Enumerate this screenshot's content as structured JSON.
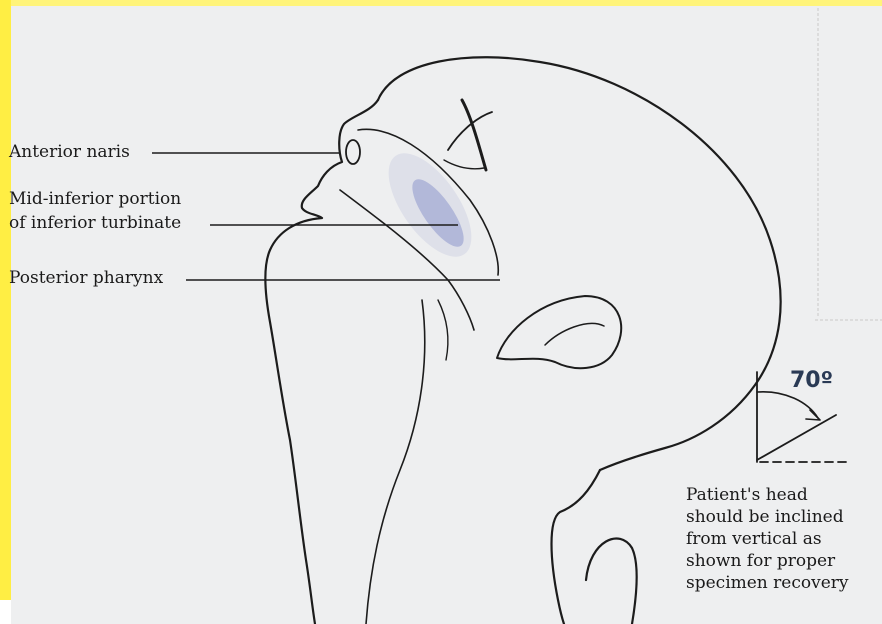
{
  "labels": {
    "anterior_naris": "Anterior naris",
    "mid_inferior_line1": "Mid-inferior portion",
    "mid_inferior_line2": "of inferior turbinate",
    "posterior_pharynx": "Posterior pharynx"
  },
  "angle": {
    "label": "70º"
  },
  "caption": {
    "line1": "Patient's head",
    "line2": "should be inclined",
    "line3": "from vertical as",
    "line4": "shown for proper",
    "line5": "specimen recovery"
  },
  "colors": {
    "frame_yellow": "#ffee44",
    "paper": "#eeeff0",
    "ink": "#1a1a1a",
    "turbinate_shading": "#7b86c4"
  }
}
